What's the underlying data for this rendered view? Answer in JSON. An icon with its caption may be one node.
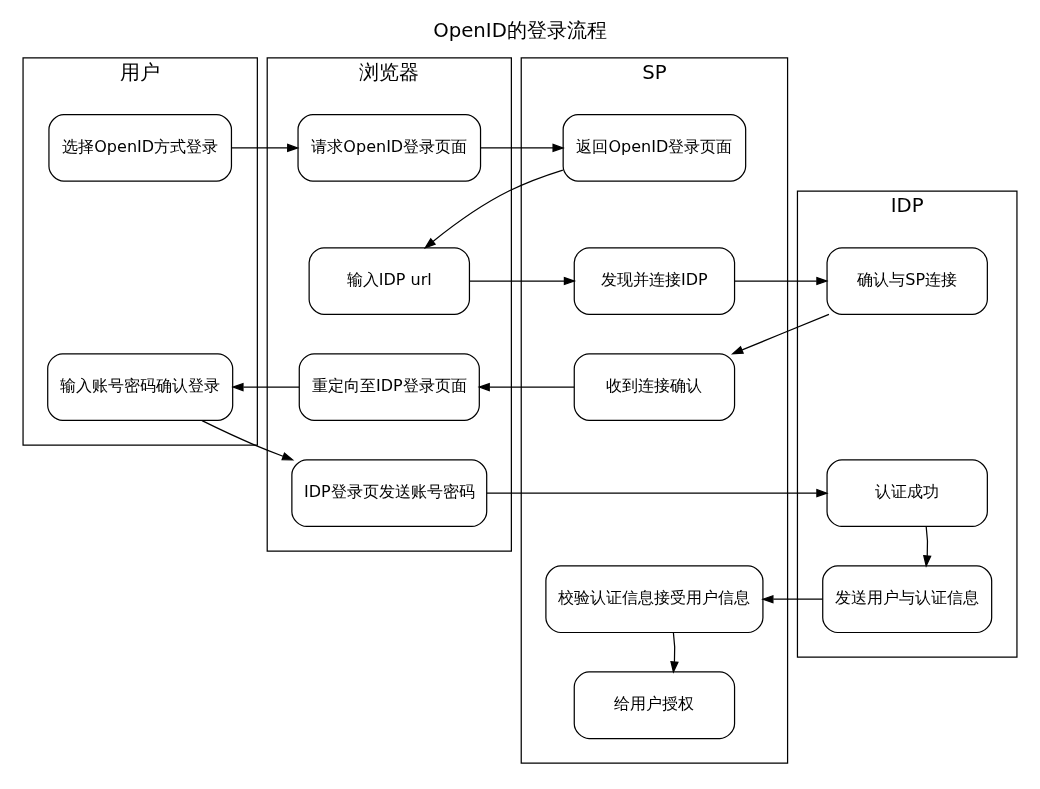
{
  "diagram": {
    "title": "OpenID的登录流程",
    "nodes": [
      {
        "text": [
          "用户"
        ]
      },
      {
        "text": [
          "浏览器"
        ]
      },
      {
        "text": [
          "SP"
        ]
      },
      {
        "text": [
          "IDP"
        ]
      },
      {
        "text": [
          "选择OpenID方式登录"
        ],
        "in": 0
      },
      {
        "text": [
          "请求OpenID登录页面"
        ],
        "in": 1
      },
      {
        "text": [
          "返回OpenID登录页面"
        ],
        "in": 2
      },
      {
        "text": [
          "输入IDP url"
        ],
        "in": 1
      },
      {
        "text": [
          "发现并连接IDP"
        ],
        "in": 2
      },
      {
        "text": [
          "确认与SP连接"
        ],
        "in": 3
      },
      {
        "text": [
          "收到连接确认"
        ],
        "in": 2
      },
      {
        "text": [
          "重定向至IDP登录页面"
        ],
        "in": 1
      },
      {
        "text": [
          "输入账号密码确认登录"
        ],
        "in": 0
      },
      {
        "text": [
          "IDP登录页发送账号密码"
        ],
        "in": 1
      },
      {
        "text": [
          "认证成功"
        ],
        "in": 3
      },
      {
        "text": [
          "发送用户与认证信息"
        ],
        "in": 3
      },
      {
        "text": [
          "校验认证信息接受用户信息"
        ],
        "in": 2
      },
      {
        "text": [
          "给用户授权"
        ],
        "in": 2
      }
    ],
    "edges": [
      {
        "from": 4,
        "to": 5,
        "arrow": "to"
      },
      {
        "from": 5,
        "to": 6,
        "arrow": "to"
      },
      {
        "from": 6,
        "to": 7,
        "arrow": "to"
      },
      {
        "from": 7,
        "to": 8,
        "arrow": "to"
      },
      {
        "from": 8,
        "to": 9,
        "arrow": "to"
      },
      {
        "from": 9,
        "to": 10,
        "arrow": "to"
      },
      {
        "from": 10,
        "to": 11,
        "arrow": "to"
      },
      {
        "from": 11,
        "to": 12,
        "arrow": "to"
      },
      {
        "from": 12,
        "to": 13,
        "arrow": "to"
      },
      {
        "from": 13,
        "to": 14,
        "arrow": "to"
      },
      {
        "from": 14,
        "to": 15,
        "arrow": "to"
      },
      {
        "from": 15,
        "to": 16,
        "arrow": "to"
      },
      {
        "from": 16,
        "to": 17,
        "arrow": "to"
      }
    ]
  }
}
